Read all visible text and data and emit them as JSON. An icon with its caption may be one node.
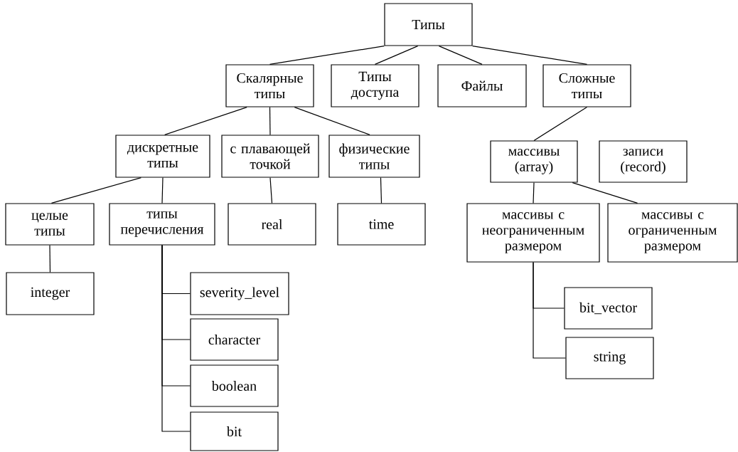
{
  "diagram": {
    "nodes": [
      {
        "text": [
          "Типы"
        ]
      },
      {
        "text": [
          "Скалярные типы"
        ]
      },
      {
        "text": [
          "Типы доступа"
        ]
      },
      {
        "text": [
          "Файлы"
        ]
      },
      {
        "text": [
          "Сложные типы"
        ]
      },
      {
        "text": [
          "дискретные типы"
        ]
      },
      {
        "text": [
          "с плавающей точкой"
        ]
      },
      {
        "text": [
          "физические типы"
        ]
      },
      {
        "text": [
          "массивы (array)"
        ]
      },
      {
        "text": [
          "записи (record)"
        ]
      },
      {
        "text": [
          "целые типы"
        ]
      },
      {
        "text": [
          "типы перечисления"
        ]
      },
      {
        "text": [
          "real"
        ]
      },
      {
        "text": [
          "time"
        ]
      },
      {
        "text": [
          "массивы с неограниченным размером"
        ]
      },
      {
        "text": [
          "массивы с ограниченным размером"
        ]
      },
      {
        "text": [
          "integer"
        ]
      },
      {
        "text": [
          "severity_level"
        ]
      },
      {
        "text": [
          "character"
        ]
      },
      {
        "text": [
          "boolean"
        ]
      },
      {
        "text": [
          "bit"
        ]
      },
      {
        "text": [
          "bit_vector"
        ]
      },
      {
        "text": [
          "string"
        ]
      }
    ],
    "edges": [
      {
        "from": 0,
        "to": 1,
        "arrow": "none"
      },
      {
        "from": 0,
        "to": 2,
        "arrow": "none"
      },
      {
        "from": 0,
        "to": 3,
        "arrow": "none"
      },
      {
        "from": 0,
        "to": 4,
        "arrow": "none"
      },
      {
        "from": 1,
        "to": 5,
        "arrow": "none"
      },
      {
        "from": 1,
        "to": 6,
        "arrow": "none"
      },
      {
        "from": 1,
        "to": 7,
        "arrow": "none"
      },
      {
        "from": 5,
        "to": 10,
        "arrow": "none"
      },
      {
        "from": 5,
        "to": 11,
        "arrow": "none"
      },
      {
        "from": 6,
        "to": 12,
        "arrow": "none"
      },
      {
        "from": 7,
        "to": 13,
        "arrow": "none"
      },
      {
        "from": 10,
        "to": 16,
        "arrow": "none"
      },
      {
        "from": 11,
        "to": 17,
        "arrow": "none"
      },
      {
        "from": 11,
        "to": 18,
        "arrow": "none"
      },
      {
        "from": 11,
        "to": 19,
        "arrow": "none"
      },
      {
        "from": 11,
        "to": 20,
        "arrow": "none"
      },
      {
        "from": 4,
        "to": 8,
        "arrow": "none"
      },
      {
        "from": 8,
        "to": 14,
        "arrow": "none"
      },
      {
        "from": 8,
        "to": 15,
        "arrow": "none"
      },
      {
        "from": 14,
        "to": 21,
        "arrow": "none"
      },
      {
        "from": 14,
        "to": 22,
        "arrow": "none"
      }
    ]
  }
}
